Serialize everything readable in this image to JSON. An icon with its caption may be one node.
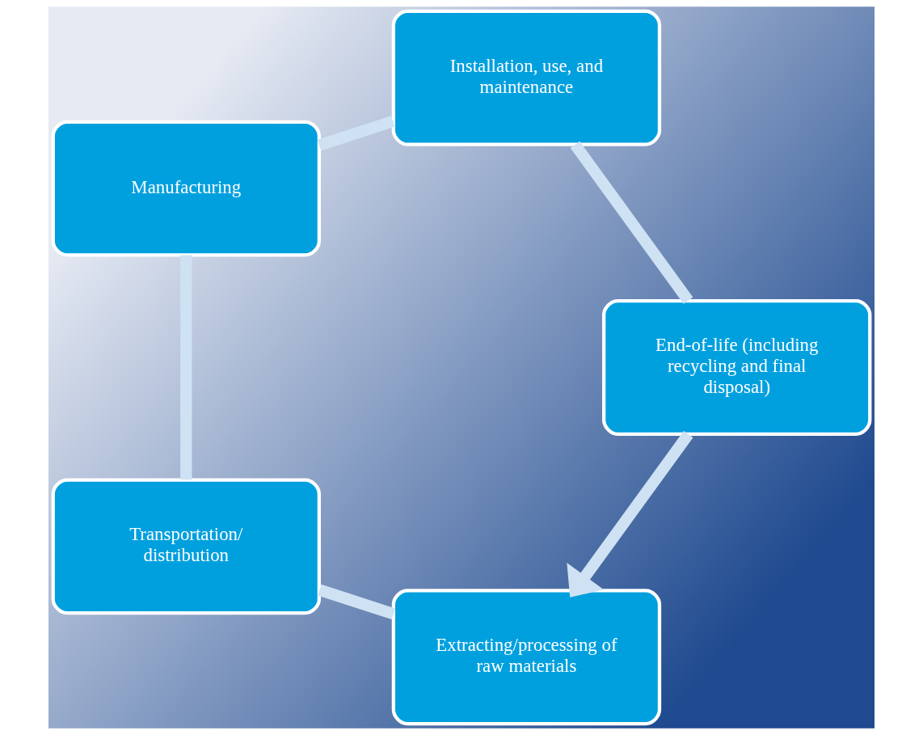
{
  "diagram": {
    "nodes": [
      {
        "text": [
          "Extracting/processing of raw materials"
        ]
      },
      {
        "text": [
          "Transportation/ distribution"
        ]
      },
      {
        "text": [
          "Manufacturing"
        ]
      },
      {
        "text": [
          "Installation, use, and maintenance"
        ]
      },
      {
        "text": [
          "End-of-life (including recycling and final disposal)"
        ]
      }
    ],
    "edges": [
      {
        "from": 0,
        "to": 1,
        "arrow": "none"
      },
      {
        "from": 1,
        "to": 2,
        "arrow": "none"
      },
      {
        "from": 2,
        "to": 3,
        "arrow": "none"
      },
      {
        "from": 3,
        "to": 4,
        "arrow": "none"
      },
      {
        "from": 4,
        "to": 0,
        "arrow": "to"
      }
    ]
  }
}
